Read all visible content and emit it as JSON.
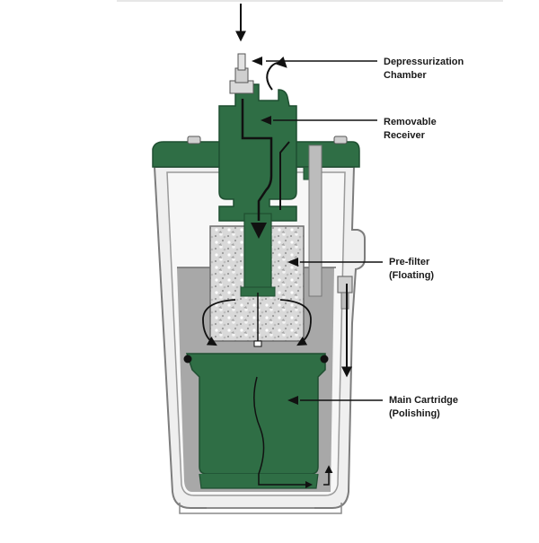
{
  "diagram": {
    "colors": {
      "housing_fill": "#ececec",
      "housing_outline": "#7a7a7a",
      "green": "#2f6e45",
      "green_dark": "#1f4f31",
      "water": "#a9a9a9",
      "filter": "#d5d5d5",
      "arrow": "#111111"
    },
    "labels": {
      "depressurization": {
        "line1": "Depressurization",
        "line2": "Chamber"
      },
      "receiver": {
        "line1": "Removable",
        "line2": "Receiver"
      },
      "prefilter": {
        "line1": "Pre-filter",
        "line2": "(Floating)"
      },
      "cartridge": {
        "line1": "Main Cartridge",
        "line2": "(Polishing)"
      }
    }
  }
}
